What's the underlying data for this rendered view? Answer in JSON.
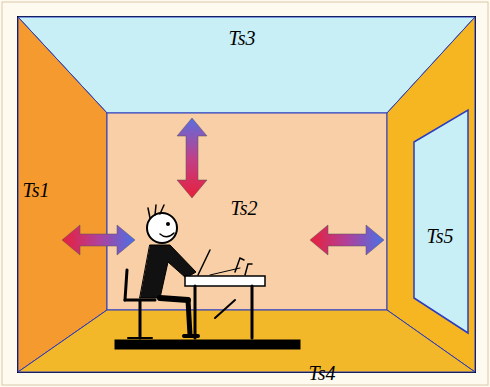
{
  "diagram": {
    "labels": [
      "Ts3",
      "Ts1",
      "Ts2",
      "Ts5",
      "Ts4"
    ]
  }
}
